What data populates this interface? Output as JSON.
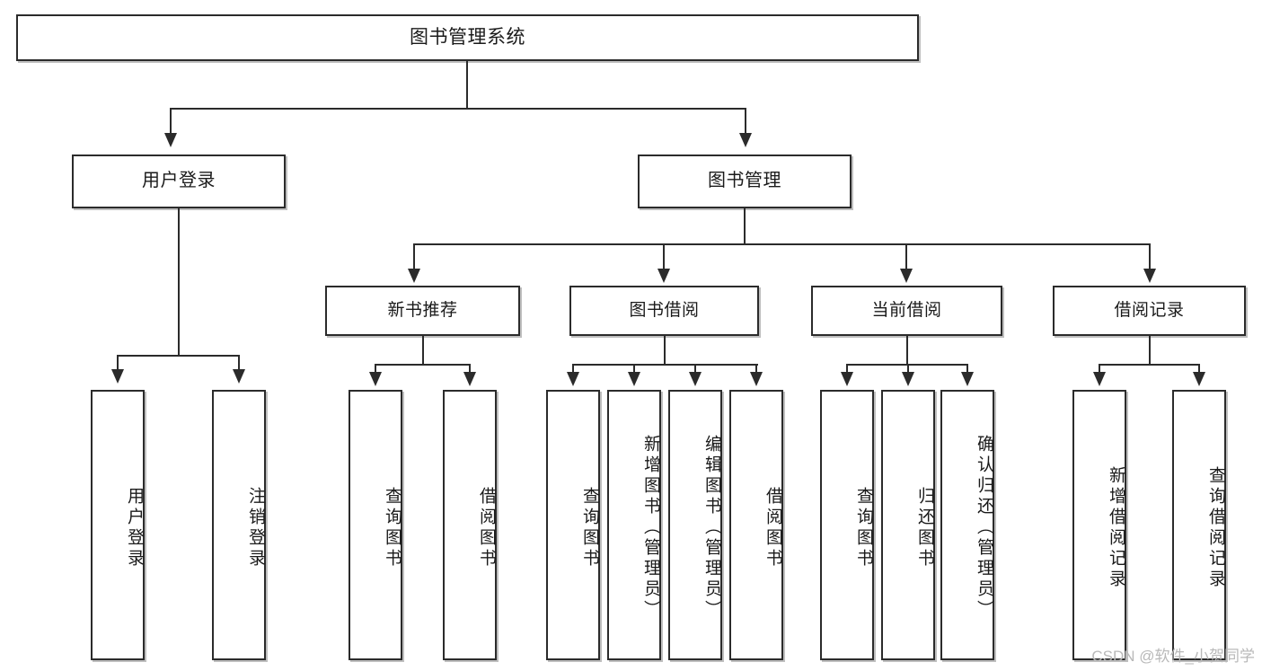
{
  "diagram": {
    "title": "图书管理系统",
    "type": "功能结构图",
    "watermark": "CSDN @软件_小贺同学",
    "colors": {
      "border": "#2b2b2b",
      "background": "#ffffff",
      "text": "#1a1a1a",
      "watermark": "#b9b9b9"
    }
  },
  "root": {
    "label": "图书管理系统"
  },
  "level2": [
    {
      "label": "用户登录"
    },
    {
      "label": "图书管理"
    }
  ],
  "level3": [
    {
      "label": "新书推荐"
    },
    {
      "label": "图书借阅"
    },
    {
      "label": "当前借阅"
    },
    {
      "label": "借阅记录"
    }
  ],
  "leaves": {
    "user_login": [
      {
        "label": "用户登录"
      },
      {
        "label": "注销登录"
      }
    ],
    "new_book": [
      {
        "label": "查询图书"
      },
      {
        "label": "借阅图书"
      }
    ],
    "book_borrow": [
      {
        "label": "查询图书"
      },
      {
        "label": "新增图书（管理员）"
      },
      {
        "label": "编辑图书（管理员）"
      },
      {
        "label": "借阅图书"
      }
    ],
    "current_borrow": [
      {
        "label": "查询图书"
      },
      {
        "label": "归还图书"
      },
      {
        "label": "确认归还（管理员）"
      }
    ],
    "borrow_record": [
      {
        "label": "新增借阅记录"
      },
      {
        "label": "查询借阅记录"
      }
    ]
  }
}
